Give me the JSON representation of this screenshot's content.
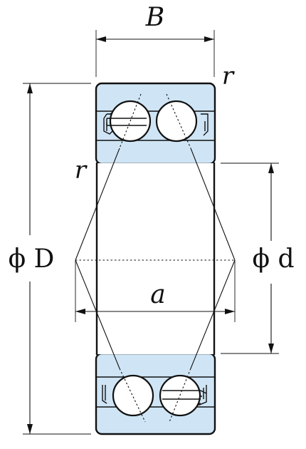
{
  "labels": {
    "width_B": "B",
    "radius_top": "r",
    "radius_inner": "r",
    "outer_diameter": "ϕ D",
    "bore_diameter": "ϕ d",
    "spread_a": "a"
  },
  "colors": {
    "ring_fill": "#cfe5f5",
    "line": "#111111",
    "background": "#ffffff"
  }
}
